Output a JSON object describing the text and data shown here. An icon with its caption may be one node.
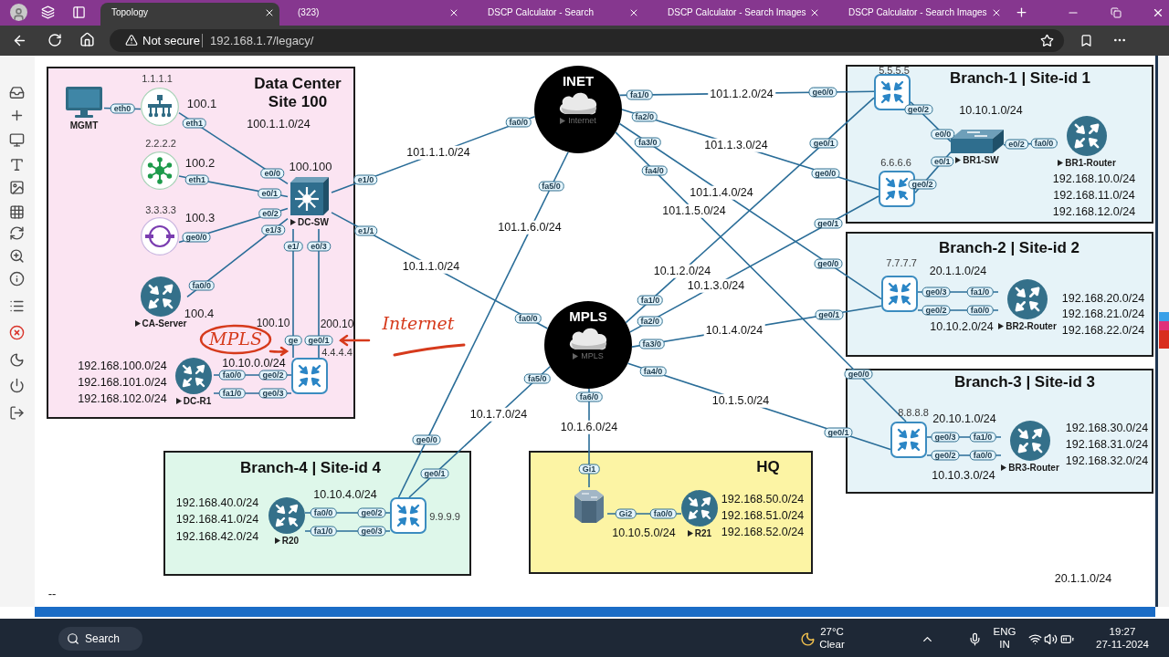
{
  "diagram": {
    "nodes": [
      {
        "text": [
          "Data Center Site 100"
        ]
      },
      {
        "text": [
          "MGMT"
        ],
        "in": 0
      },
      {
        "text": [],
        "shape": "picture",
        "in": 0,
        "beside": [
          "1.1.1.1",
          "100.1"
        ]
      },
      {
        "text": [],
        "shape": "picture",
        "in": 0,
        "beside": [
          "2.2.2.2",
          "100.2"
        ]
      },
      {
        "text": [],
        "shape": "picture",
        "in": 0,
        "beside": [
          "3.3.3.3",
          "100.3"
        ]
      },
      {
        "text": [
          "DC-SW"
        ],
        "in": 0,
        "beside": [
          "100.100"
        ]
      },
      {
        "text": [
          "CA-Server"
        ],
        "in": 0,
        "beside": [
          "100.4"
        ]
      },
      {
        "text": [
          "DC-R1"
        ],
        "in": 0,
        "beside": [
          "192.168.100.0/24",
          "192.168.101.0/24",
          "192.168.102.0/24"
        ]
      },
      {
        "text": [],
        "shape": "picture",
        "in": 0,
        "beside": [
          "100.10",
          "200.10",
          "4.4.4.4"
        ]
      },
      {
        "text": [
          "INET",
          "Internet"
        ]
      },
      {
        "text": [
          "MPLS",
          "MPLS"
        ]
      },
      {
        "text": [
          "Branch-1 | Site-id 1"
        ]
      },
      {
        "text": [],
        "shape": "picture",
        "in": 11,
        "beside": [
          "5.5.5.5"
        ]
      },
      {
        "text": [],
        "shape": "picture",
        "in": 11,
        "beside": [
          "6.6.6.6"
        ]
      },
      {
        "text": [
          "BR1-SW"
        ],
        "in": 11
      },
      {
        "text": [
          "BR1-Router"
        ],
        "in": 11,
        "beside": [
          "192.168.10.0/24",
          "192.168.11.0/24",
          "192.168.12.0/24"
        ]
      },
      {
        "text": [
          "Branch-2 | Site-id 2"
        ]
      },
      {
        "text": [],
        "shape": "picture",
        "in": 16,
        "beside": [
          "7.7.7.7"
        ]
      },
      {
        "text": [
          "BR2-Router"
        ],
        "in": 16,
        "beside": [
          "192.168.20.0/24",
          "192.168.21.0/24",
          "192.168.22.0/24"
        ]
      },
      {
        "text": [
          "Branch-3 | Site-id 3"
        ]
      },
      {
        "text": [],
        "shape": "picture",
        "in": 19,
        "beside": [
          "8.8.8.8"
        ]
      },
      {
        "text": [
          "BR3-Router"
        ],
        "in": 19,
        "beside": [
          "192.168.30.0/24",
          "192.168.31.0/24",
          "192.168.32.0/24"
        ]
      },
      {
        "text": [
          "Branch-4 | Site-id 4"
        ]
      },
      {
        "text": [
          "R20"
        ],
        "in": 22,
        "beside": [
          "192.168.40.0/24",
          "192.168.41.0/24",
          "192.168.42.0/24"
        ]
      },
      {
        "text": [],
        "shape": "picture",
        "in": 22,
        "beside": [
          "9.9.9.9"
        ]
      },
      {
        "text": [
          "HQ"
        ]
      },
      {
        "text": [],
        "shape": "picture",
        "in": 25
      },
      {
        "text": [
          "R21"
        ],
        "in": 25,
        "beside": [
          "192.168.50.0/24",
          "192.168.51.0/24",
          "192.168.52.0/24"
        ]
      }
    ],
    "edges": [
      {
        "from": 1,
        "to": 2,
        "arrow": "none"
      },
      {
        "from": 2,
        "to": 5,
        "arrow": "none"
      },
      {
        "from": 3,
        "to": 5,
        "arrow": "none"
      },
      {
        "from": 4,
        "to": 5,
        "arrow": "none"
      },
      {
        "from": 6,
        "to": 5,
        "arrow": "none"
      },
      {
        "from": 5,
        "to": 8,
        "arrow": "none"
      },
      {
        "from": 5,
        "to": 8,
        "arrow": "none"
      },
      {
        "from": 7,
        "to": 8,
        "label": "10.10.0.0/24",
        "arrow": "none"
      },
      {
        "from": 7,
        "to": 8,
        "arrow": "none"
      },
      {
        "from": 5,
        "to": 9,
        "label": "101.1.1.0/24",
        "arrow": "none"
      },
      {
        "from": 5,
        "to": 10,
        "label": "10.1.1.0/24",
        "arrow": "none"
      },
      {
        "from": 9,
        "to": 12,
        "label": "101.1.2.0/24",
        "arrow": "none"
      },
      {
        "from": 9,
        "to": 13,
        "label": "101.1.3.0/24",
        "arrow": "none"
      },
      {
        "from": 9,
        "to": 17,
        "label": "101.1.4.0/24",
        "arrow": "none"
      },
      {
        "from": 9,
        "to": 20,
        "label": "101.1.5.0/24",
        "arrow": "none"
      },
      {
        "from": 9,
        "to": 24,
        "label": "101.1.6.0/24",
        "arrow": "none"
      },
      {
        "from": 10,
        "to": 12,
        "label": "10.1.2.0/24",
        "arrow": "none"
      },
      {
        "from": 10,
        "to": 13,
        "label": "10.1.3.0/24",
        "arrow": "none"
      },
      {
        "from": 10,
        "to": 17,
        "label": "10.1.4.0/24",
        "arrow": "none"
      },
      {
        "from": 10,
        "to": 20,
        "label": "10.1.5.0/24",
        "arrow": "none"
      },
      {
        "from": 10,
        "to": 24,
        "label": "10.1.7.0/24",
        "arrow": "none"
      },
      {
        "from": 10,
        "to": 26,
        "label": "10.1.6.0/24",
        "arrow": "none"
      },
      {
        "from": 12,
        "to": 14,
        "arrow": "none"
      },
      {
        "from": 13,
        "to": 14,
        "arrow": "none"
      },
      {
        "from": 14,
        "to": 15,
        "arrow": "none"
      },
      {
        "from": 17,
        "to": 18,
        "label": "20.1.1.0/24",
        "arrow": "none"
      },
      {
        "from": 17,
        "to": 18,
        "label": "10.10.2.0/24",
        "arrow": "none"
      },
      {
        "from": 20,
        "to": 21,
        "label": "20.10.1.0/24",
        "arrow": "none"
      },
      {
        "from": 20,
        "to": 21,
        "label": "10.10.3.0/24",
        "arrow": "none"
      },
      {
        "from": 23,
        "to": 24,
        "label": "10.10.4.0/24",
        "arrow": "none"
      },
      {
        "from": 23,
        "to": 24,
        "arrow": "none"
      },
      {
        "from": 26,
        "to": 27,
        "label": "10.10.5.0/24",
        "arrow": "none"
      }
    ],
    "labels": [
      "Topology",
      "(323)",
      "DSCP Calculator - Search",
      "DSCP Calculator - Search Images",
      "DSCP Calculator - Search Images",
      "Not secure",
      "192.168.1.7/legacy/",
      "100.1.1.0/24",
      "--",
      "10.10.1.0/24",
      "20.1.1.0/24",
      "MPLS",
      "Internet",
      "eth0",
      "eth1",
      "e0/0",
      "eth1",
      "e0/1",
      "ge0/0",
      "e0/2",
      "e1/3",
      "fa0/0",
      "e1/",
      "e0/3",
      "ge",
      "ge0/1",
      "fa0/0",
      "ge0/2",
      "fa1/0",
      "ge0/3",
      "e1/0",
      "e1/1",
      "fa0/0",
      "fa1/0",
      "fa2/0",
      "fa3/0",
      "fa4/0",
      "fa5/0",
      "fa0/0",
      "fa1/0",
      "fa2/0",
      "fa3/0",
      "fa4/0",
      "fa5/0",
      "fa6/0",
      "ge0/0",
      "ge0/1",
      "ge0/0",
      "ge0/1",
      "ge0/2",
      "e0/0",
      "e0/1",
      "e0/2",
      "fa0/0",
      "ge0/2",
      "ge0/0",
      "ge0/1",
      "ge0/3",
      "ge0/2",
      "fa1/0",
      "fa0/0",
      "ge0/0",
      "ge0/1",
      "ge0/3",
      "ge0/2",
      "fa1/0",
      "fa0/0",
      "ge0/0",
      "ge0/1",
      "fa0/0",
      "ge0/2",
      "fa1/0",
      "ge0/3",
      "Gi1",
      "Gi2",
      "fa0/0",
      "Search",
      "27°C",
      "Clear",
      "ENG",
      "IN",
      "19:27",
      "27-11-2024"
    ]
  }
}
